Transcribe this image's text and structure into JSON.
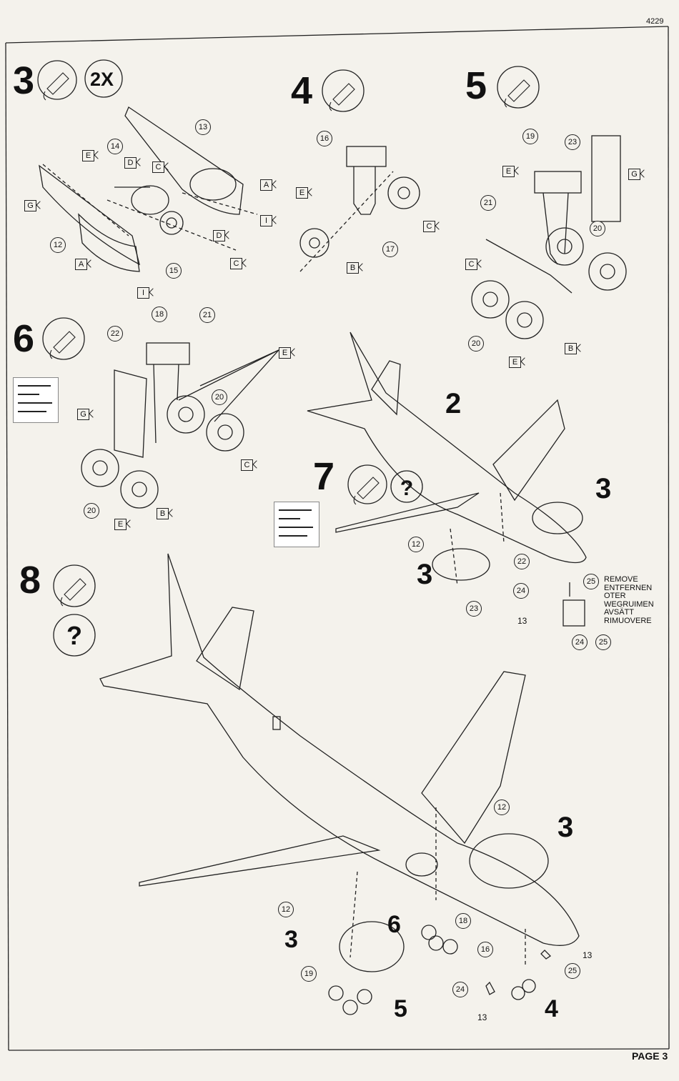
{
  "sheet": {
    "code": "4229",
    "page": "PAGE 3"
  },
  "step3": {
    "number": "3",
    "multiplier": "2X",
    "parts": [
      "14",
      "13",
      "12",
      "15"
    ],
    "flags": [
      "E",
      "D",
      "C",
      "A",
      "G",
      "A",
      "I",
      "D",
      "C",
      "I"
    ]
  },
  "step4": {
    "number": "4",
    "parts": [
      "16",
      "17"
    ],
    "flags": [
      "E",
      "C",
      "B"
    ]
  },
  "step5": {
    "number": "5",
    "parts": [
      "19",
      "23",
      "21",
      "20",
      "20"
    ],
    "flags": [
      "E",
      "G",
      "C",
      "E",
      "B"
    ]
  },
  "step6": {
    "number": "6",
    "parts": [
      "22",
      "18",
      "21",
      "20",
      "20"
    ],
    "flags": [
      "E",
      "G",
      "C",
      "E",
      "B"
    ]
  },
  "step7": {
    "number": "7",
    "parts": [
      "12",
      "22",
      "23",
      "24",
      "25",
      "24",
      "25"
    ],
    "callouts": [
      "2",
      "3",
      "3"
    ],
    "label13": "13",
    "remove_lines": [
      "REMOVE",
      "ENTFERNEN",
      "OTER",
      "WEGRUIMEN",
      "AVSÄTT",
      "RIMUOVERE"
    ]
  },
  "step8": {
    "number": "8",
    "callouts": [
      "3",
      "3",
      "6",
      "5",
      "4"
    ],
    "parts": [
      "12",
      "12",
      "18",
      "19",
      "16",
      "24",
      "25"
    ],
    "labels13": [
      "13",
      "13"
    ]
  },
  "icons": [
    "glue-tube-icon",
    "question-icon"
  ]
}
